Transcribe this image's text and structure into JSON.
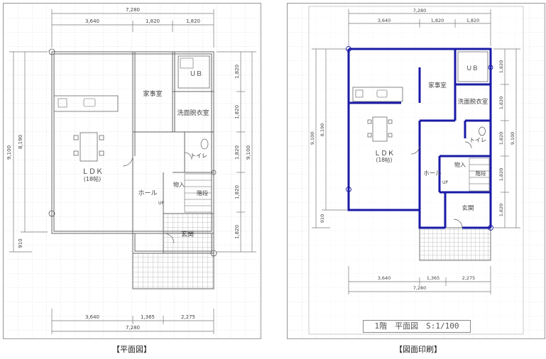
{
  "left": {
    "caption": "【平面図】",
    "dims_top": {
      "total": "7,280",
      "a": "3,640",
      "b": "1,820",
      "c": "1,820"
    },
    "dims_bottom": {
      "total": "7,280",
      "a": "3,640",
      "b": "1,365",
      "c": "2,275"
    },
    "dims_left": {
      "outer": "9,100",
      "inner": "8,190",
      "small": "910"
    },
    "dims_right": {
      "r1": "1,820",
      "r2": "1,820",
      "r3": "1,820",
      "r4": "1,820",
      "r5": "1,820",
      "total": "9,100"
    },
    "rooms": {
      "ub": "ＵＢ",
      "kaji": "家事室",
      "senmen": "洗面脱衣室",
      "toilet": "トイレ",
      "ldk": "ＬＤＫ",
      "ldk_size": "(18帖)",
      "monoire": "物入",
      "hall": "ホール",
      "kaidan": "階段",
      "up": "UP",
      "genkan": "玄関"
    }
  },
  "right": {
    "caption": "【図面印刷】",
    "dims_top": {
      "total": "7,280",
      "a": "3,640",
      "b": "1,820",
      "c": "1,820"
    },
    "dims_bottom": {
      "total": "7,280",
      "a": "3,640",
      "b": "1,365",
      "c": "2,275"
    },
    "dims_left": {
      "outer": "9,100",
      "inner": "8,190",
      "small": "910"
    },
    "dims_right": {
      "r1": "1,820",
      "r2": "1,820",
      "r3": "1,820",
      "r4": "1,820",
      "r5": "1,820",
      "total": "9,100"
    },
    "rooms": {
      "ub": "ＵＢ",
      "kaji": "家事室",
      "senmen": "洗面脱衣室",
      "toilet": "トイレ",
      "ldk": "ＬＤＫ",
      "ldk_size": "(18帖)",
      "monoire": "物入",
      "hall": "ホール",
      "kaidan": "階段",
      "up": "UP",
      "genkan": "玄関"
    },
    "sheet_title": "1階　平面図　S:1/100"
  },
  "colors": {
    "wall_plan": "#666666",
    "wall_print": "#1a1aa6",
    "grid": "#c8c8d8",
    "dim": "#777777"
  }
}
